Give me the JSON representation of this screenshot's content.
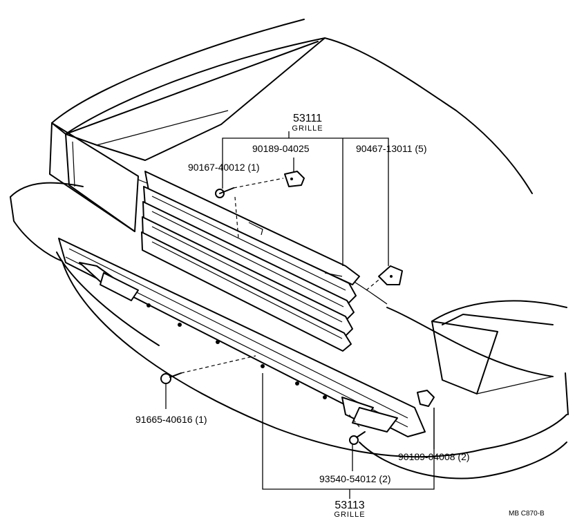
{
  "parts": {
    "upper_grille": {
      "number": "53111",
      "name": "GRILLE"
    },
    "lower_grille": {
      "number": "53113",
      "name": "GRILLE"
    },
    "clip_upper": "90189-04025",
    "screw_upper": "90167-40012 (1)",
    "nut_right": "90467-13011 (5)",
    "bolt_left": "91665-40616 (1)",
    "screw_lower": "93540-54012 (2)",
    "clip_right": "90189-04008 (2)"
  },
  "footer": {
    "code": "MB  C870-B"
  }
}
